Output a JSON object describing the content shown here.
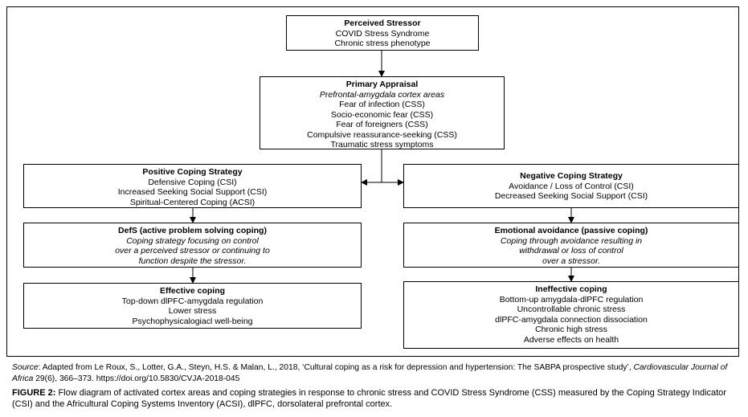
{
  "boxes": {
    "perceived": {
      "title": "Perceived Stressor",
      "lines": [
        "COVID Stress Syndrome",
        "Chronic stress phenotype"
      ]
    },
    "primary": {
      "title": "Primary Appraisal",
      "italic": "Prefrontal-amygdala cortex areas",
      "lines": [
        "Fear of infection (CSS)",
        "Socio-economic fear (CSS)",
        "Fear of foreigners (CSS)",
        "Compulsive reassurance-seeking (CSS)",
        "Traumatic stress symptoms"
      ]
    },
    "positive": {
      "title": "Positive Coping Strategy",
      "lines": [
        "Defensive Coping (CSI)",
        "Increased Seeking Social Support (CSI)",
        "Spiritual-Centered Coping (ACSI)"
      ]
    },
    "negative": {
      "title": "Negative Coping Strategy",
      "lines": [
        "Avoidance / Loss of Control (CSI)",
        "Decreased Seeking Social Support (CSI)"
      ]
    },
    "defs": {
      "title": "DefS (active problem solving coping)",
      "italic_lines": [
        "Coping strategy focusing on control",
        "over a perceived stressor or continuing to",
        "function despite the stressor."
      ]
    },
    "emotional": {
      "title": "Emotional avoidance (passive coping)",
      "italic_lines": [
        "Coping through avoidance resulting in",
        "withdrawal or loss of control",
        "over a stressor."
      ]
    },
    "effective": {
      "title": "Effective coping",
      "lines": [
        "Top-down dlPFC-amygdala regulation",
        "Lower stress",
        "Psychophysicalogiacl well-being"
      ]
    },
    "ineffective": {
      "title": "Ineffective coping",
      "lines": [
        "Bottom-up amygdala-dlPFC regulation",
        "Uncontrollable chronic stress",
        "dlPFC-amygdala connection dissociation",
        "Chronic high stress",
        "Adverse effects on health"
      ]
    }
  },
  "source": {
    "label": "Source",
    "text1": ": Adapted from Le Roux, S., Lotter, G.A., Steyn, H.S. & Malan, L., 2018, ‘Cultural coping as a risk for depression and hypertension: The SABPA prospective study’, ",
    "journal1": "Cardiovascular Journal of",
    "journal2": "Africa",
    "text2": " 29(6), 366–373. https://doi.org/10.5830/CVJA-2018-045"
  },
  "figure": {
    "label": "FIGURE 2:",
    "text": " Flow diagram of activated cortex areas and coping strategies in response to chronic stress and COVID Stress Syndrome (CSS) measured by the Coping Strategy Indicator (CSI) and the Africultural Coping Systems Inventory (ACSI), dlPFC, dorsolateral prefrontal cortex."
  }
}
